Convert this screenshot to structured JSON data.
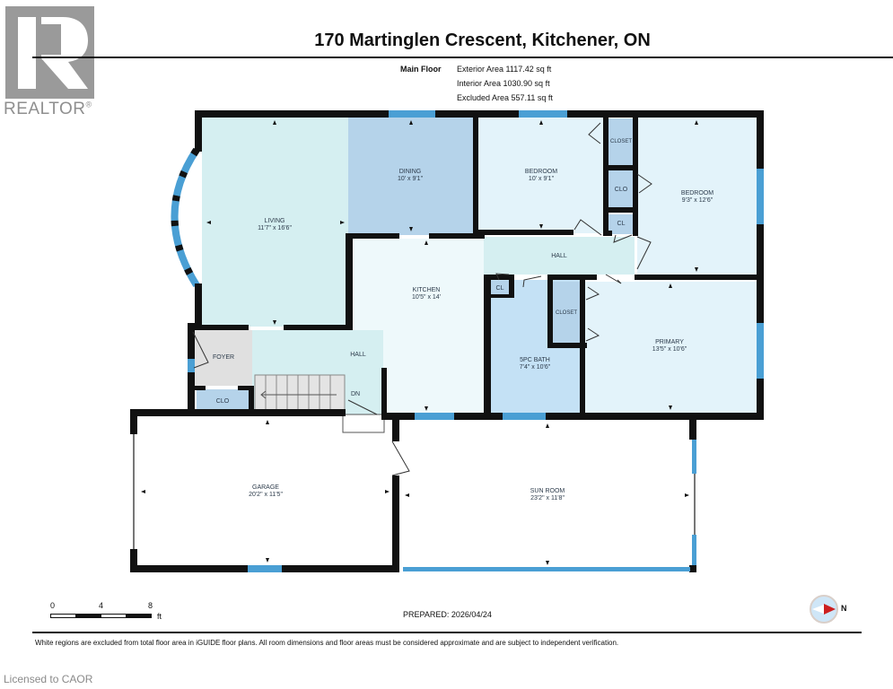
{
  "branding": {
    "logo_letter": "R",
    "logo_text": "REALTOR",
    "registered_mark": "®"
  },
  "header": {
    "title": "170 Martinglen Crescent, Kitchener, ON",
    "floor_label": "Main Floor",
    "areas": [
      "Exterior Area 1117.42 sq ft",
      "Interior Area 1030.90 sq ft",
      "Excluded Area 557.11 sq ft"
    ]
  },
  "floorplan": {
    "colors": {
      "wall": "#111111",
      "window": "#4a9fd4",
      "room_light": "#e3f3fa",
      "room_teal": "#d5eff1",
      "room_blue": "#b5d3ea",
      "closet": "#b5d3ea",
      "bath": "#c4e1f5",
      "foyer": "#e0e0e0",
      "excluded": "#ffffff"
    },
    "rooms": [
      {
        "id": "living",
        "name": "LIVING",
        "dims": "11'7\" x 16'6\""
      },
      {
        "id": "dining",
        "name": "DINING",
        "dims": "10' x 9'1\""
      },
      {
        "id": "bedroom1",
        "name": "BEDROOM",
        "dims": "10' x 9'1\""
      },
      {
        "id": "bedroom2",
        "name": "BEDROOM",
        "dims": "9'3\" x 12'6\""
      },
      {
        "id": "kitchen",
        "name": "KITCHEN",
        "dims": "10'5\" x 14'"
      },
      {
        "id": "hall_upper",
        "name": "HALL",
        "dims": ""
      },
      {
        "id": "bath",
        "name": "5PC BATH",
        "dims": "7'4\" x 10'6\""
      },
      {
        "id": "primary",
        "name": "PRIMARY",
        "dims": "13'5\" x 10'6\""
      },
      {
        "id": "foyer",
        "name": "FOYER",
        "dims": ""
      },
      {
        "id": "hall_lower",
        "name": "HALL",
        "dims": ""
      },
      {
        "id": "garage",
        "name": "GARAGE",
        "dims": "20'2\" x 11'5\""
      },
      {
        "id": "sunroom",
        "name": "SUN ROOM",
        "dims": "23'2\" x 11'8\""
      }
    ],
    "small_labels": {
      "closet_top": "CLOSET",
      "clo_mid": "CLO",
      "cl_bed": "CL",
      "cl_bath": "CL",
      "closet_primary": "CLOSET",
      "clo_foyer": "CLO",
      "stairs_dn": "DN"
    }
  },
  "scale_bar": {
    "ticks": [
      "0",
      "4",
      "8"
    ],
    "unit": "ft"
  },
  "prepared": "PREPARED: 2026/04/24",
  "compass": {
    "label": "N"
  },
  "disclaimer": "White regions are excluded from total floor area in iGUIDE floor plans. All room dimensions and floor areas must be considered approximate and are subject to independent verification.",
  "license": "Licensed to CAOR"
}
